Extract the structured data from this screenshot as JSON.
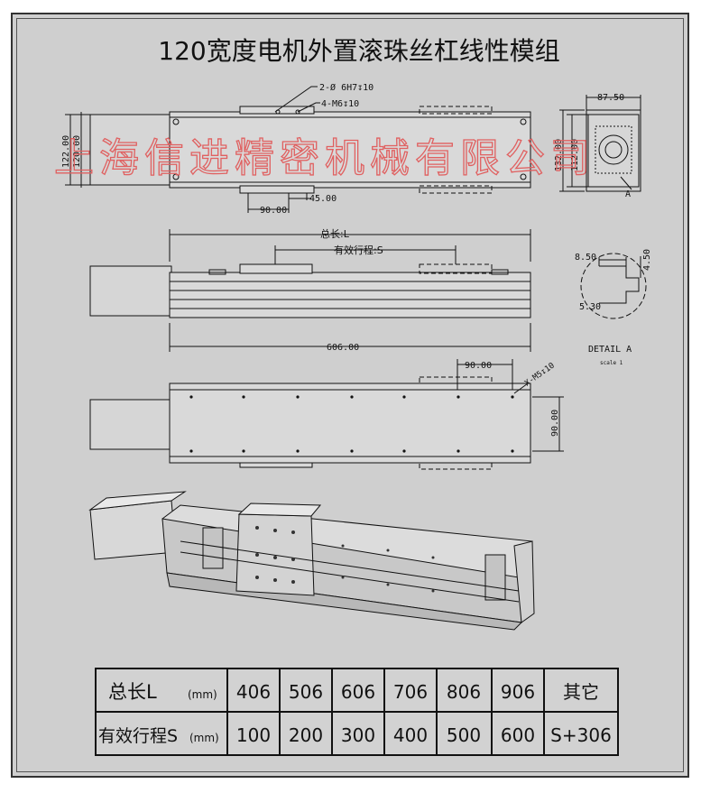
{
  "title": "120宽度电机外置滚珠丝杠线性模组",
  "watermark": "上海信进精密机械有限公司",
  "dimensions": {
    "hole_pin": "2-Ø 6H7↧10",
    "hole_thread": "4-M6↧10",
    "w_122": "122.00",
    "w_120": "120.00",
    "pitch_45": "45.00",
    "pitch_90": "90.00",
    "end_87_5": "87.50",
    "end_132": "132.00",
    "end_112": "112.00",
    "total_len": "总长:L",
    "stroke": "有效行程:S",
    "len_606": "606.00",
    "detail_8_5": "8.50",
    "detail_4_5": "4.50",
    "detail_5_3": "5.30",
    "detail_label": "DETAIL A",
    "detail_scale": "scale 1",
    "detail_ref": "A",
    "bottom_90": "90.00",
    "bottom_thread": "X-M5↧10",
    "side_90": "90.00"
  },
  "table": {
    "rows": [
      {
        "label": "总长L",
        "unit": "(mm)",
        "values": [
          "406",
          "506",
          "606",
          "706",
          "806",
          "906",
          "其它"
        ]
      },
      {
        "label": "有效行程S",
        "unit": "(mm)",
        "values": [
          "100",
          "200",
          "300",
          "400",
          "500",
          "600",
          "S+306"
        ]
      }
    ]
  },
  "colors": {
    "background": "#cfcfcf",
    "line": "#111111",
    "watermark": "#e06060"
  }
}
